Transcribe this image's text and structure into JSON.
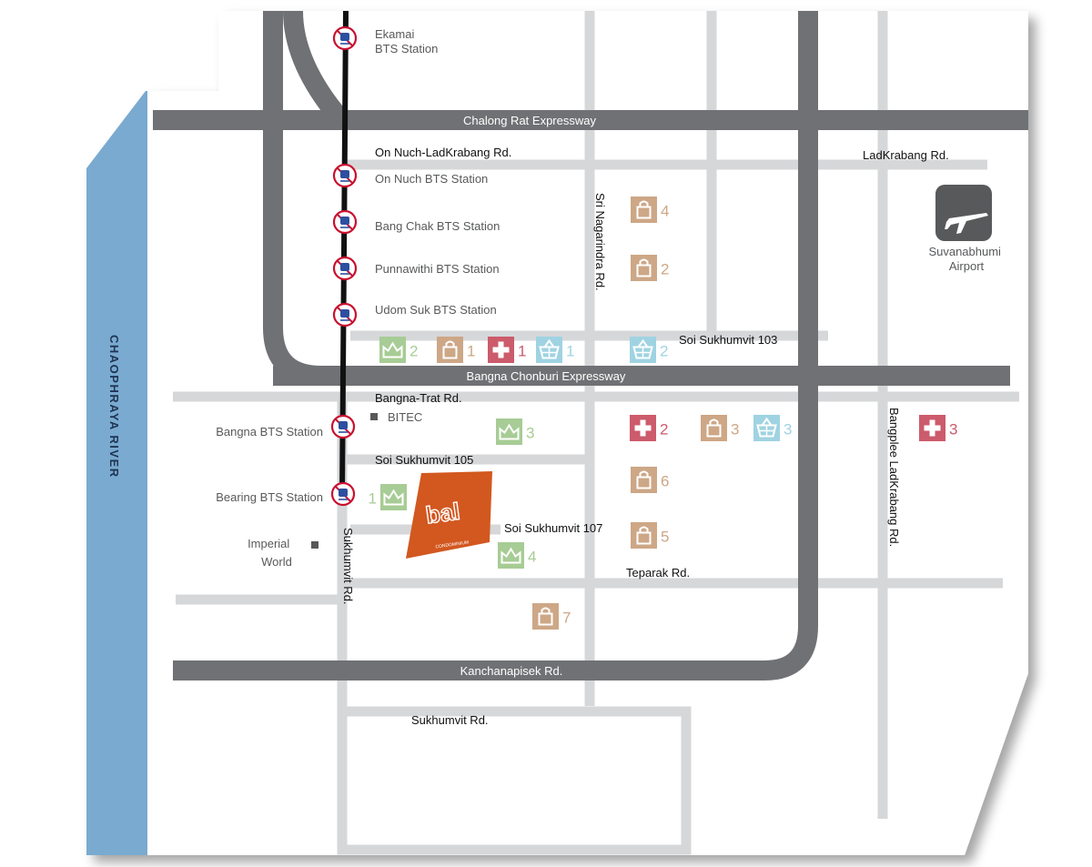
{
  "colors": {
    "river": "#7aaad0",
    "expressway": "#707174",
    "road": "#d6d7d9",
    "bts_line": "#111111",
    "project": "#d2581f",
    "shopping": "#cda786",
    "hospital": "#cc5b6b",
    "market": "#9fd3e2",
    "school": "#a7cc95",
    "airport_tile": "#58595b"
  },
  "river": {
    "label": "CHAOPHRAYA RIVER"
  },
  "expressways": {
    "chalong_rat": "Chalong Rat Expressway",
    "bangna_chonburi": "Bangna Chonburi Expressway",
    "kanchanapisek": "Kanchanapisek Rd."
  },
  "roads": {
    "on_nuch_ladkrabang": "On Nuch-LadKrabang Rd.",
    "ladkrabang": "LadKrabang Rd.",
    "sri_nagarindra": "Sri Nagarindra Rd.",
    "soi_103": "Soi Sukhumvit 103",
    "bangna_trat": "Bangna-Trat Rd.",
    "soi_105": "Soi Sukhumvit 105",
    "soi_107": "Soi Sukhumvit 107",
    "teparak": "Teparak Rd.",
    "sukhumvit_vertical": "Sukhumvit Rd.",
    "sukhumvit_lower": "Sukhumvit Rd.",
    "bangplee_ladkrabang": "Bangplee LadKrabang Rd."
  },
  "bts_stations": [
    {
      "id": "ekamai",
      "line1": "Ekamai",
      "line2": "BTS Station"
    },
    {
      "id": "on-nuch",
      "label": "On Nuch BTS Station"
    },
    {
      "id": "bang-chak",
      "label": "Bang Chak BTS Station"
    },
    {
      "id": "punnawithi",
      "label": "Punnawithi  BTS Station"
    },
    {
      "id": "udom-suk",
      "label": "Udom Suk BTS Station"
    },
    {
      "id": "bangna",
      "label": "Bangna BTS Station"
    },
    {
      "id": "bearing",
      "label": "Bearing BTS Station"
    }
  ],
  "landmarks": {
    "bitec": "BITEC",
    "imperial_line1": "Imperial",
    "imperial_line2": "World",
    "airport_line1": "Suvanabhumi",
    "airport_line2": "Airport"
  },
  "project": {
    "logo_text": "bal",
    "sub_text": "CONDOMINIUM"
  },
  "pois": [
    {
      "type": "shopping",
      "number": "4"
    },
    {
      "type": "shopping",
      "number": "2"
    },
    {
      "type": "school",
      "number": "2"
    },
    {
      "type": "shopping",
      "number": "1"
    },
    {
      "type": "hospital",
      "number": "1"
    },
    {
      "type": "market",
      "number": "1"
    },
    {
      "type": "market",
      "number": "2"
    },
    {
      "type": "school",
      "number": "3"
    },
    {
      "type": "hospital",
      "number": "2"
    },
    {
      "type": "shopping",
      "number": "3"
    },
    {
      "type": "market",
      "number": "3"
    },
    {
      "type": "hospital",
      "number": "3"
    },
    {
      "type": "shopping",
      "number": "6"
    },
    {
      "type": "school",
      "number": "1"
    },
    {
      "type": "shopping",
      "number": "5"
    },
    {
      "type": "school",
      "number": "4"
    },
    {
      "type": "shopping",
      "number": "7"
    }
  ]
}
